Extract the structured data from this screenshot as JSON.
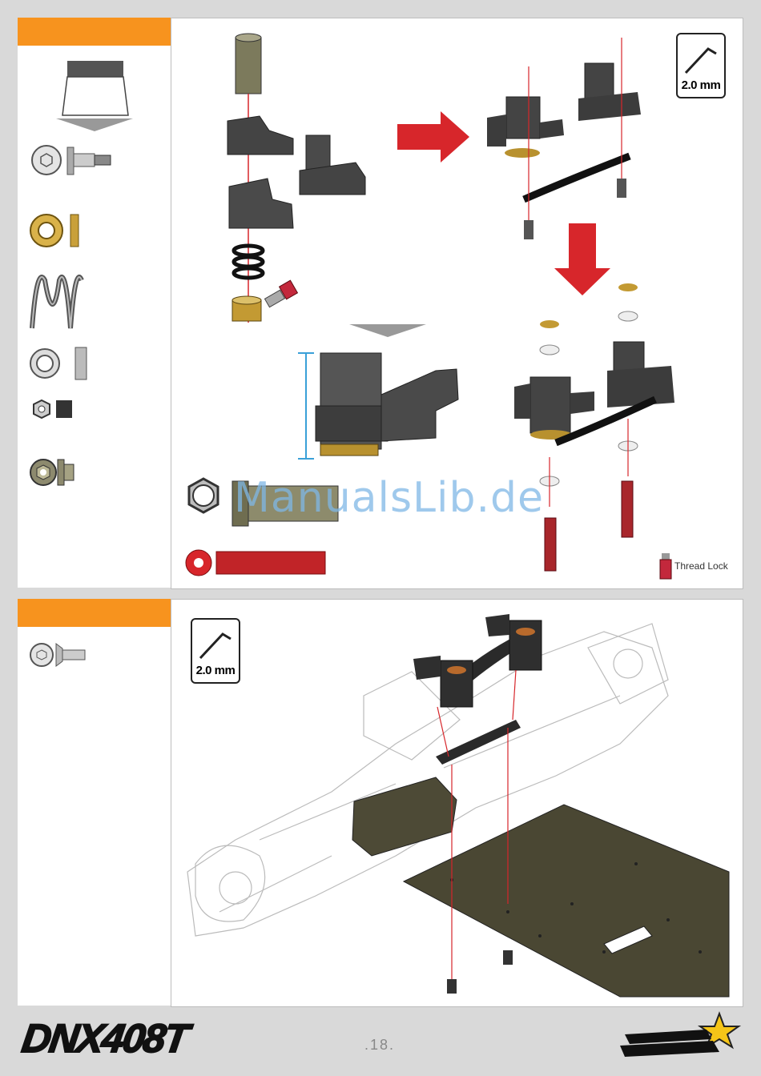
{
  "step1": {
    "tool_size": "2.0 mm",
    "thread_lock_label": "Thread Lock"
  },
  "step2": {
    "tool_size": "2.0 mm"
  },
  "watermark": "ManualsLib.de",
  "footer": {
    "model_logo": "DNX408T",
    "page_number": ".18.",
    "brand_logo": "Team durango"
  },
  "colors": {
    "accent_orange": "#f7931e",
    "arrow_red": "#d7262b",
    "part_dark": "#3c3c3c",
    "brass": "#b8912f"
  }
}
